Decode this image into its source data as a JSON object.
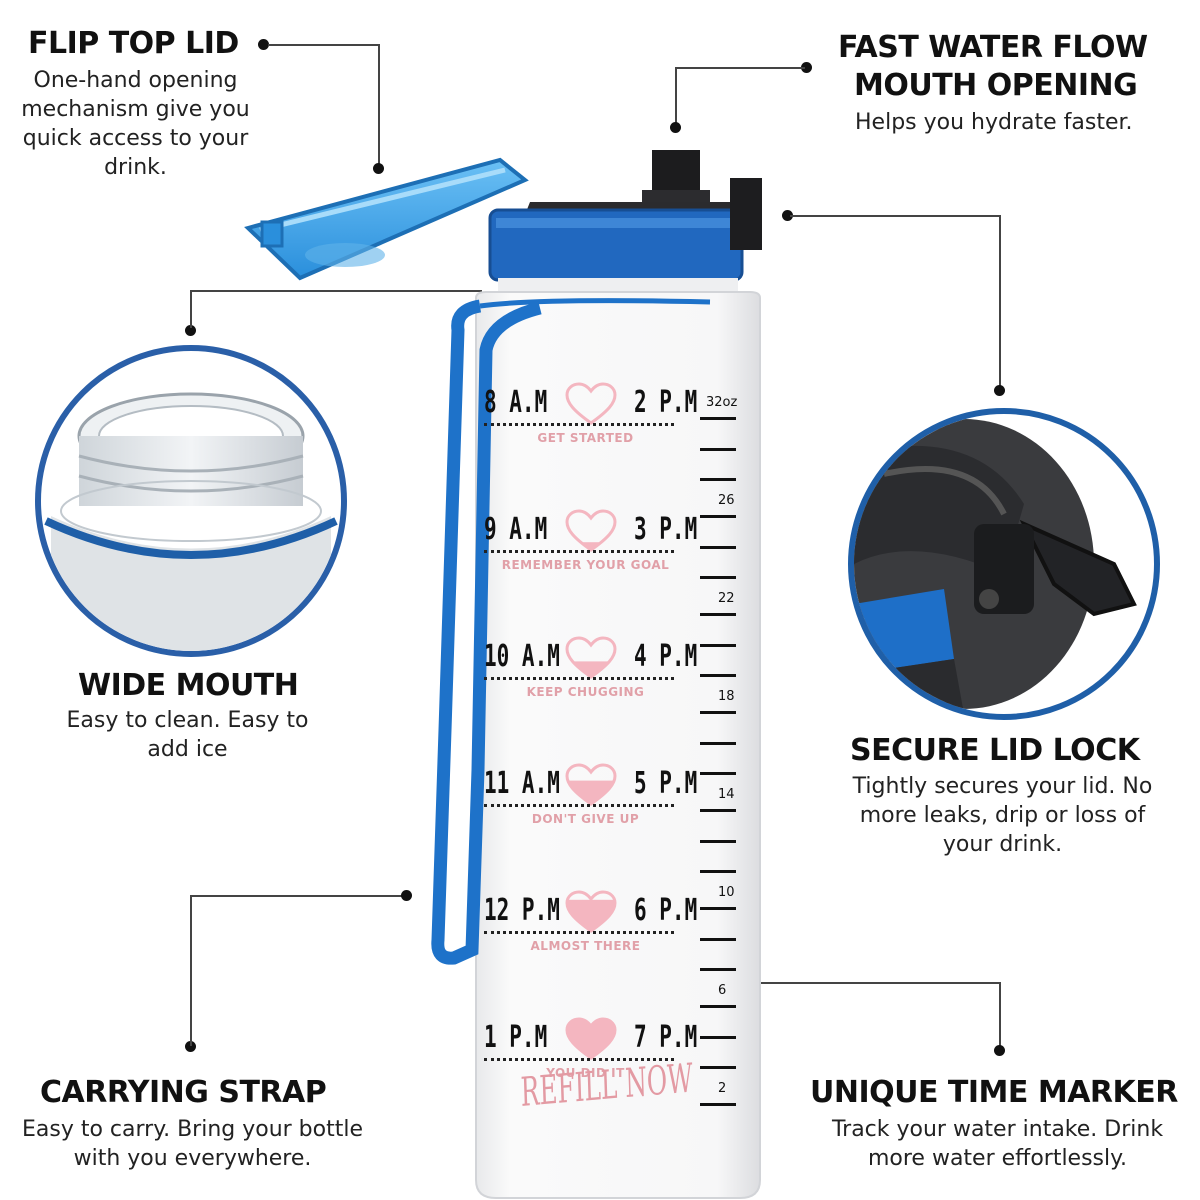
{
  "features": {
    "flip_top": {
      "title": "FLIP TOP LID",
      "desc": "One-hand opening mechanism give you quick access to your drink."
    },
    "fast_flow": {
      "title_1": "FAST WATER FLOW",
      "title_2": "MOUTH OPENING",
      "desc": "Helps you hydrate faster."
    },
    "wide_mouth": {
      "title": "WIDE MOUTH",
      "desc": "Easy to clean. Easy to add ice"
    },
    "secure_lock": {
      "title": "SECURE LID LOCK",
      "desc": "Tightly secures your lid. No more leaks, drip or loss of your drink."
    },
    "strap": {
      "title": "CARRYING STRAP",
      "desc": "Easy to carry. Bring your bottle with you everywhere."
    },
    "time_marker": {
      "title": "UNIQUE TIME MARKER",
      "desc": "Track your water intake. Drink more water effortlessly."
    }
  },
  "bottle": {
    "markers": [
      {
        "left": "8 A.M",
        "right": "2 P.M",
        "sub": "GET STARTED",
        "fill": 0.0
      },
      {
        "left": "9 A.M",
        "right": "3 P.M",
        "sub": "REMEMBER YOUR GOAL",
        "fill": 0.2
      },
      {
        "left": "10 A.M",
        "right": "4 P.M",
        "sub": "KEEP CHUGGING",
        "fill": 0.4
      },
      {
        "left": "11 A.M",
        "right": "5 P.M",
        "sub": "DON'T GIVE UP",
        "fill": 0.6
      },
      {
        "left": "12 P.M",
        "right": "6 P.M",
        "sub": "ALMOST THERE",
        "fill": 0.8
      },
      {
        "left": "1 P.M",
        "right": "7 P.M",
        "sub": "YOU DID IT",
        "fill": 1.0
      }
    ],
    "refill": "REFILL NOW",
    "oz_labels": [
      "32oz",
      "26",
      "22",
      "18",
      "14",
      "10",
      "6",
      "2"
    ]
  },
  "colors": {
    "blue": "#1f6fc4",
    "lid_blue": "#3aa0e8",
    "pink": "#f4b6c0",
    "dark_pink": "#e1a0a8"
  }
}
